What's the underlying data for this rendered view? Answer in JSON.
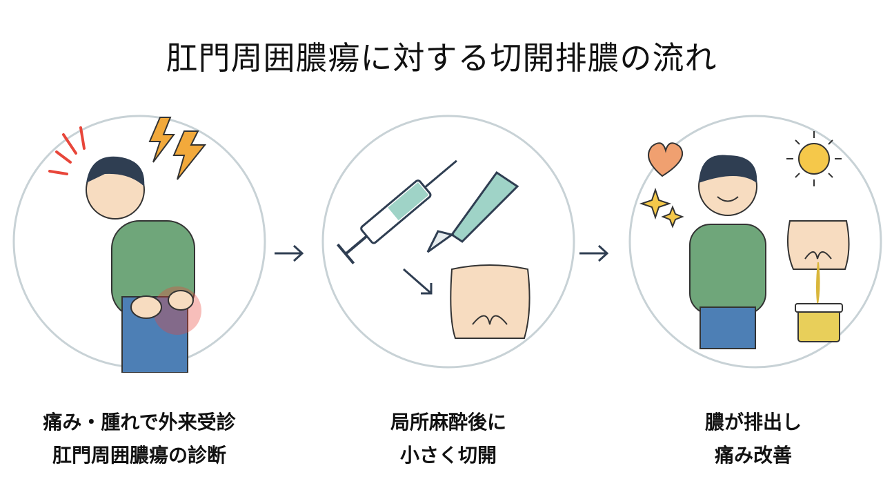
{
  "title": "肛門周囲膿瘍に対する切開排膿の流れ",
  "steps": [
    {
      "line1": "痛み・腫れで外来受診",
      "line2": "肛門周囲膿瘍の診断"
    },
    {
      "line1": "局所麻酔後に",
      "line2": "小さく切開"
    },
    {
      "line1": "膿が排出し",
      "line2": "痛み改善"
    }
  ],
  "colors": {
    "circle": "#c8d2d6",
    "shirt": "#6fa67a",
    "pants": "#4d7fb5",
    "skin": "#f7dcc0",
    "hair": "#2f3e52",
    "accent": "#f2a93b",
    "pain": "#e8463a"
  }
}
